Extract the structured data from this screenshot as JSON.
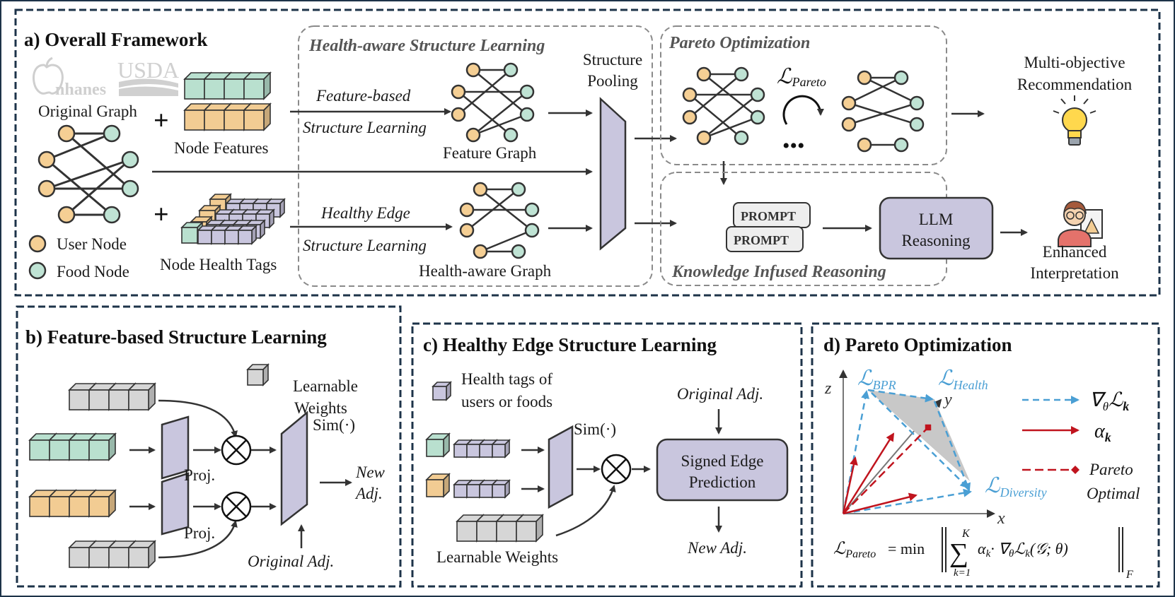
{
  "panel_a": {
    "title": "a) Overall Framework",
    "logos": {
      "nhanes": "nhanes",
      "usda": "USDA"
    },
    "original_graph": "Original Graph",
    "node_features": "Node Features",
    "node_health_tags": "Node Health Tags",
    "legend": {
      "user_node": "User Node",
      "food_node": "Food Node"
    },
    "health_structure": {
      "title": "Health-aware Structure Learning",
      "feature_based_1": "Feature-based",
      "feature_based_2": "Structure Learning",
      "feature_graph": "Feature Graph",
      "healthy_edge_1": "Healthy Edge",
      "healthy_edge_2": "Structure Learning",
      "health_graph": "Health-aware Graph"
    },
    "pooling": {
      "line1": "Structure",
      "line2": "Pooling"
    },
    "pareto": {
      "title": "Pareto Optimization",
      "loss": "ℒ",
      "loss_sub": "Pareto",
      "dots": "•••"
    },
    "knowledge": {
      "title": "Knowledge Infused Reasoning",
      "prompt": "PROMPT",
      "llm_line1": "LLM",
      "llm_line2": "Reasoning"
    },
    "outputs": {
      "rec_line1": "Multi-objective",
      "rec_line2": "Recommendation",
      "interp_line1": "Enhanced",
      "interp_line2": "Interpretation"
    },
    "colors": {
      "user_node": "#f5cf94",
      "food_node": "#bfe3d4",
      "feature_green": "#b9e0cf",
      "feature_orange": "#f2cc93",
      "tag_purple": "#c9c6de",
      "llm_box": "#c9c6de"
    }
  },
  "panel_b": {
    "title": "b) Feature-based Structure Learning",
    "learnable_1": "Learnable",
    "learnable_2": "Weights",
    "proj": "Proj.",
    "sim": "Sim(·)",
    "new_adj_1": "New",
    "new_adj_2": "Adj.",
    "original_adj": "Original Adj."
  },
  "panel_c": {
    "title": "c) Healthy Edge Structure Learning",
    "health_tags_1": "Health tags of",
    "health_tags_2": "users or foods",
    "sim": "Sim(·)",
    "original_adj": "Original Adj.",
    "signed_1": "Signed Edge",
    "signed_2": "Prediction",
    "new_adj": "New Adj.",
    "learnable": "Learnable Weights"
  },
  "panel_d": {
    "title": "d) Pareto Optimization",
    "axes": {
      "z": "z",
      "y": "y",
      "x": "x"
    },
    "l_bpr": "BPR",
    "l_health": "Health",
    "l_diversity": "Diversity",
    "legend": {
      "grad": "∇",
      "grad_sub": "θ",
      "grad_l": "ℒ",
      "grad_k": "k",
      "alpha": "α",
      "alpha_k": "k",
      "pareto_1": "Pareto",
      "pareto_2": "Optimal"
    },
    "formula": {
      "lhs": "ℒ",
      "lhs_sub": "Pareto",
      "eq": "= min",
      "sum_top": "K",
      "sum_bottom": "k=1",
      "body": "α",
      "body_rest": "· ∇",
      "body_l": "ℒ",
      "body_args": "(𝒢; θ)",
      "norm_sub": "F"
    }
  }
}
